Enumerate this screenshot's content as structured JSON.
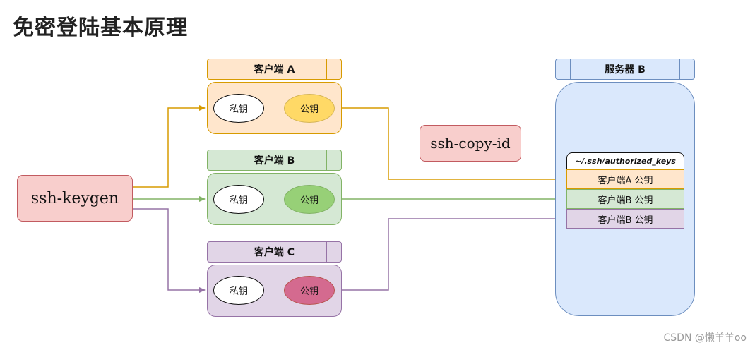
{
  "title": "免密登陆基本原理",
  "clients": [
    {
      "id": "a",
      "label": "客户端 A",
      "private_key": "私钥",
      "public_key": "公钥",
      "fill": "#ffe6cc",
      "stroke": "#d79b00",
      "pub_fill": "#ffd966"
    },
    {
      "id": "b",
      "label": "客户端 B",
      "private_key": "私钥",
      "public_key": "公钥",
      "fill": "#d5e8d4",
      "stroke": "#82b366",
      "pub_fill": "#97d077"
    },
    {
      "id": "c",
      "label": "客户端 C",
      "private_key": "私钥",
      "public_key": "公钥",
      "fill": "#e1d5e7",
      "stroke": "#9673a6",
      "pub_fill": "#d46a8f"
    }
  ],
  "ssh_keygen": "ssh-keygen",
  "ssh_copy_id": "ssh-copy-id",
  "server": {
    "label": "服务器 B",
    "authorized_keys_header": "~/.ssh/authorized_keys",
    "entries": [
      "客户端A 公钥",
      "客户端B 公钥",
      "客户端B 公钥"
    ],
    "fill": "#dae8fc",
    "stroke": "#6c8ebf"
  },
  "watermark": "CSDN @懒羊羊oo"
}
